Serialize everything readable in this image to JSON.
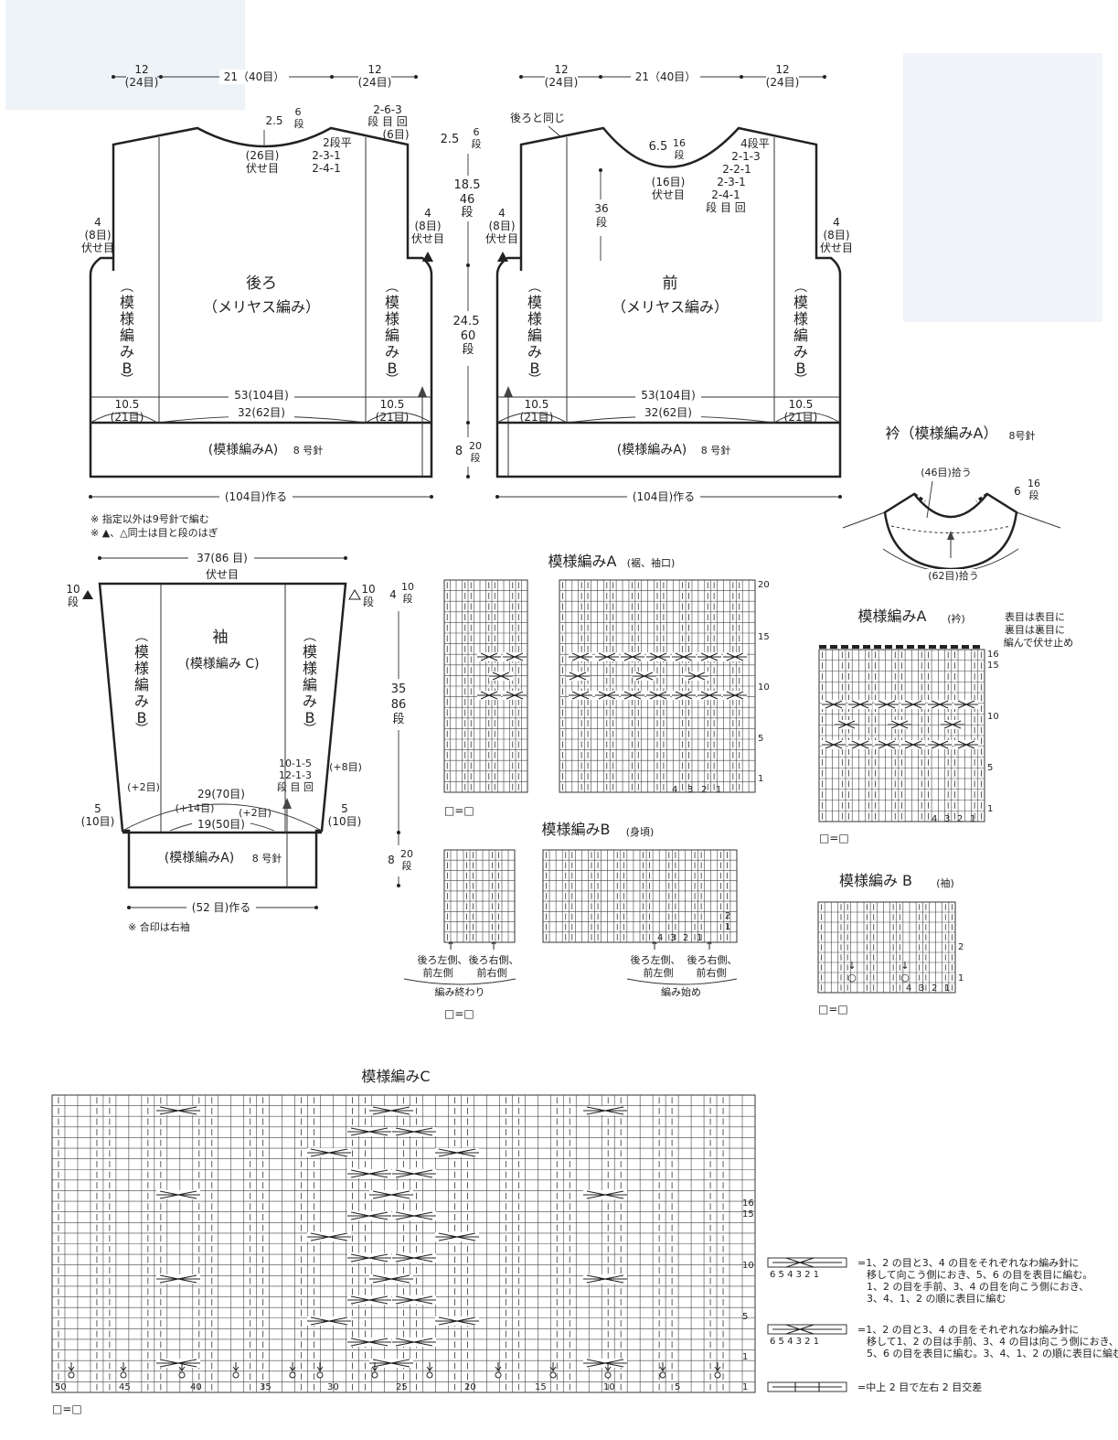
{
  "back": {
    "top": [
      "12",
      "(24目)",
      "21（40目）",
      "12",
      "(24目)"
    ],
    "neck": [
      "2.5",
      "6",
      "段",
      "(26目)",
      "伏せ目",
      "2-6-3",
      "段 目 回",
      "(6目)",
      "2段平",
      "2-3-1",
      "2-4-1"
    ],
    "armhole": [
      "4",
      "(8目)",
      "伏せ目"
    ],
    "title": "後ろ",
    "subtitle": "（メリヤス編み）",
    "side_pattern": [
      "模",
      "様",
      "編",
      "み",
      "B"
    ],
    "width": "53(104目)",
    "hem_sides": [
      "10.5",
      "(21目)"
    ],
    "hem_center": "32(62目)",
    "hem": "(模様編みA)",
    "needle": "8 号針",
    "cast_on": "(104目)作る"
  },
  "center_dims": [
    "2.5",
    "6",
    "段",
    "18.5",
    "46",
    "段",
    "24.5",
    "60",
    "段",
    "8",
    "20",
    "段"
  ],
  "front": {
    "top": [
      "12",
      "(24目)",
      "21（40目）",
      "12",
      "(24目)"
    ],
    "same_as_back": "後ろと同じ",
    "neck": [
      "6.5",
      "16",
      "段",
      "(16目)",
      "伏せ目",
      "36",
      "段",
      "4段平",
      "2-1-3",
      "2-2-1",
      "2-3-1",
      "2-4-1",
      "段 目 回"
    ],
    "armhole": [
      "4",
      "(8目)",
      "伏せ目"
    ],
    "title": "前",
    "subtitle": "（メリヤス編み）",
    "width": "53(104目)",
    "hem_sides": [
      "10.5",
      "(21目)"
    ],
    "hem_center": "32(62目)",
    "hem": "(模様編みA)",
    "needle": "8 号針",
    "cast_on": "(104目)作る"
  },
  "notes": [
    "※ 指定以外は9号針で編む",
    "※ ▲、△同士は目と段のはぎ"
  ],
  "collar": {
    "title": "衿（模様編みA）",
    "needle": "8号針",
    "pick_up_top": "(46目)拾う",
    "height": [
      "6",
      "16",
      "段"
    ],
    "pick_up_bottom": "(62目)拾う"
  },
  "sleeve": {
    "top_width": "37(86 目)",
    "bind_off": "伏せ目",
    "top_rows": [
      "10",
      "段"
    ],
    "title": "袖",
    "subtitle": "(模様編み C)",
    "side_pattern": [
      "模",
      "様",
      "編",
      "み",
      "B"
    ],
    "shaping": [
      "10-1-5",
      "12-1-3",
      "段 目 回"
    ],
    "inc": [
      "(+8目)",
      "(+2目)",
      "(+14目)",
      "(+2目)"
    ],
    "width_a": "29(70目)",
    "width_b": "19(50目)",
    "side_dims": [
      "5",
      "(10目)"
    ],
    "cuff": "(模様編みA)",
    "needle": "8 号針",
    "cast_on": "(52 目)作る",
    "note": "※ 合印は右袖",
    "dims_right": [
      "4",
      "10",
      "段",
      "35",
      "86",
      "段",
      "8",
      "20",
      "段"
    ]
  },
  "chart_a": {
    "title": "模様編みA",
    "subtitle": "(裾、袖口)",
    "row_labels": [
      "20",
      "15",
      "10",
      "5",
      "1"
    ],
    "col_labels": [
      "4",
      "3",
      "2",
      "1"
    ],
    "legend": "□=□"
  },
  "chart_b": {
    "title": "模様編みB",
    "subtitle": "(身頃)",
    "row_labels": [
      "2",
      "1"
    ],
    "col_labels": [
      "4",
      "3",
      "2",
      "1"
    ],
    "left_caption": [
      "後ろ左側、",
      "前左側",
      "後ろ右側、",
      "前右側",
      "編み終わり"
    ],
    "right_caption": [
      "後ろ左側、",
      "前左側",
      "後ろ右側、",
      "前右側",
      "編み始め"
    ],
    "legend": "□=□"
  },
  "chart_a_collar": {
    "title": "模様編みA",
    "subtitle": "(衿)",
    "note": [
      "表目は表目に",
      "裏目は裏目に",
      "編んで伏せ止め"
    ],
    "row_labels": [
      "16",
      "15",
      "10",
      "5",
      "1"
    ],
    "col_labels": [
      "4",
      "3",
      "2",
      "1"
    ],
    "legend": "□=□"
  },
  "chart_b_sleeve": {
    "title": "模様編み B",
    "subtitle": "(袖)",
    "row_labels": [
      "2",
      "1"
    ],
    "col_labels": [
      "4",
      "3",
      "2",
      "1"
    ],
    "legend": "□=□"
  },
  "chart_c": {
    "title": "模様編みC",
    "row_labels": [
      "16",
      "15",
      "10",
      "5",
      "1"
    ],
    "col_labels": [
      "50",
      "45",
      "40",
      "35",
      "30",
      "25",
      "20",
      "15",
      "10",
      "5",
      "1"
    ],
    "legend": "□=□"
  },
  "symbols": [
    {
      "nums": "6 5 4 3 2 1",
      "text": [
        "=1、2 の目と3、4 の目をそれぞれなわ編み針に",
        "移して向こう側におき、5、6 の目を表目に編む。",
        "1、2 の目を手前、3、4 の目を向こう側におき、",
        "3、4、1、2 の順に表目に編む"
      ]
    },
    {
      "nums": "6 5 4 3 2 1",
      "text": [
        "=1、2 の目と3、4 の目をそれぞれなわ編み針に",
        "移して1、2 の目は手前、3、4 の目は向こう側におき、",
        "5、6 の目を表目に編む。3、4、1、2 の順に表目に編む"
      ]
    },
    {
      "nums": "",
      "text": [
        "=中上 2 目で左右 2 目交差"
      ]
    }
  ]
}
